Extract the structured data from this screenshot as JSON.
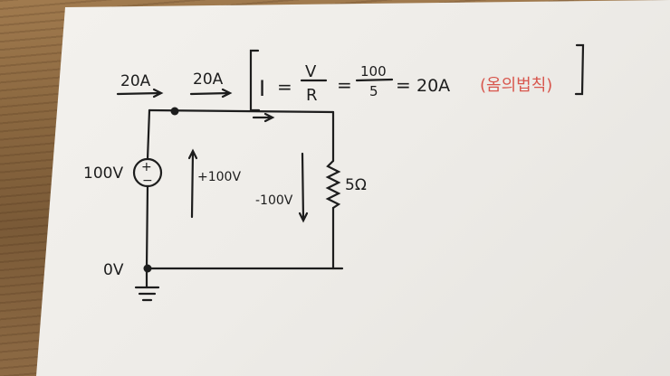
{
  "labels": {
    "current_left": "20A",
    "current_right": "20A",
    "source_voltage": "100V",
    "source_plus": "+",
    "source_minus": "−",
    "ground_voltage": "0V",
    "rise_label": "+100V",
    "drop_label": "-100V",
    "resistor": "5Ω"
  },
  "equation": {
    "current": "I",
    "equals1": "=",
    "v": "V",
    "r": "R",
    "equals2": "=",
    "num": "100",
    "den": "5",
    "equals3": "=",
    "result": "20A",
    "note": "(옴의법칙)"
  },
  "colors": {
    "ink": "#1d1d1d",
    "note": "#d8574e"
  }
}
